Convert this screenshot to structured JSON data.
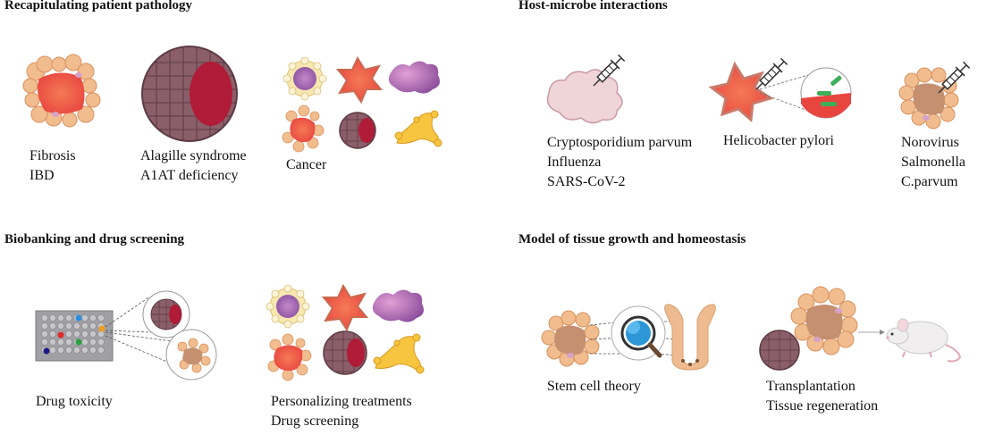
{
  "sections": {
    "pathology": {
      "title": "Recapitulating patient pathology",
      "fibrosis_lines": [
        "Fibrosis",
        "IBD"
      ],
      "alagille_lines": [
        "Alagille syndrome",
        "A1AT deficiency"
      ],
      "cancer_lines": [
        "Cancer"
      ]
    },
    "host_microbe": {
      "title": "Host-microbe interactions",
      "crypto_lines": [
        "Cryptosporidium parvum",
        "Influenza",
        "SARS-CoV-2"
      ],
      "helico_lines": [
        "Helicobacter pylori"
      ],
      "noro_lines": [
        "Norovirus",
        "Salmonella",
        "C.parvum"
      ]
    },
    "biobanking": {
      "title": "Biobanking and drug screening",
      "toxicity_lines": [
        "Drug toxicity"
      ],
      "personal_lines": [
        "Personalizing treatments",
        "Drug screening"
      ]
    },
    "tissue_model": {
      "title": "Model of tissue growth and homeostasis",
      "stem_lines": [
        "Stem cell theory"
      ],
      "transplant_lines": [
        "Transplantation",
        "Tissue regeneration"
      ]
    }
  },
  "icons": {
    "fibrotic_organoid": "fibrotic-organoid-icon",
    "hepatic_organoid": "hepatic-organoid-icon",
    "cancer_organoids": "cancer-organoids-icon",
    "syringe": "syringe-icon",
    "well_plate": "well-plate-icon",
    "magnifier": "magnifier-icon",
    "crypt": "intestinal-crypt-icon",
    "mouse": "mouse-icon"
  },
  "colors": {
    "organoid_red": "#f0634f",
    "organoid_core": "#c49070",
    "organoid_petal": "#f1bd8e",
    "hepatic_cell": "#8a5f6a",
    "hepatic_red": "#b01c37",
    "purple_organoid": "#b473b4",
    "pink_host": "#e7c3ca",
    "crypt": "#eebb90",
    "plate": "#a0a0a4",
    "magnifier_lens": "#2c97d6"
  }
}
